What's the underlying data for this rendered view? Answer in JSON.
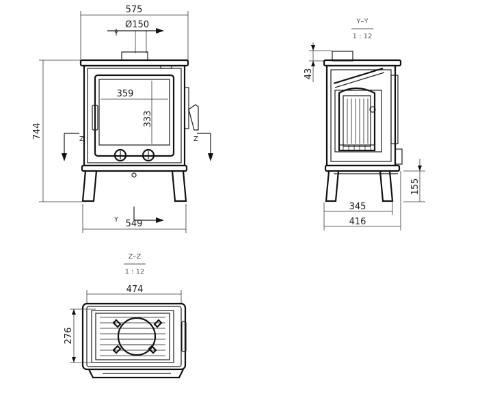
{
  "dimensions": {
    "overall_width": "575",
    "flue_diameter": "Ø150",
    "glass_width": "359",
    "glass_height": "333",
    "overall_height": "744",
    "base_width": "549",
    "side_top_offset": "43",
    "leg_height": "155",
    "side_depth_inner": "345",
    "side_depth_overall": "416",
    "top_width": "474",
    "top_depth": "276"
  },
  "section_labels": {
    "y_marker": "Y",
    "z_marker": "Z",
    "yy_title": "Y–Y",
    "yy_scale": "1 : 12",
    "zz_title": "Z–Z",
    "zz_scale": "1 : 12"
  }
}
